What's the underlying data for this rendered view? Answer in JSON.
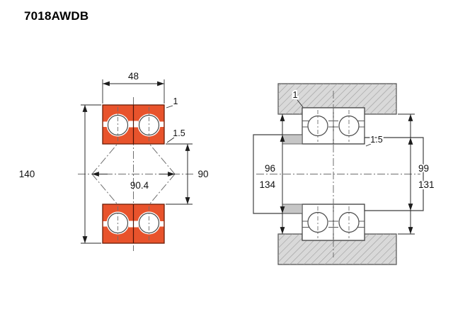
{
  "title": "7018AWDB",
  "colors": {
    "ring_fill": "#e8532c",
    "housing_fill": "#d9d9d9"
  },
  "front_view": {
    "dims": {
      "width": "48",
      "outer_ring_chamfer": "1",
      "inner_ring_chamfer": "1.5",
      "outer_diameter": "140",
      "bore_diameter": "90",
      "load_center_distance": "90.4"
    }
  },
  "mounting_view": {
    "dims": {
      "housing_chamfer": "1",
      "shaft_chamfer": "1.5",
      "shaft_abutment_left": "96",
      "housing_abutment_left": "134",
      "shaft_abutment_right": "99",
      "housing_abutment_right": "131"
    }
  }
}
